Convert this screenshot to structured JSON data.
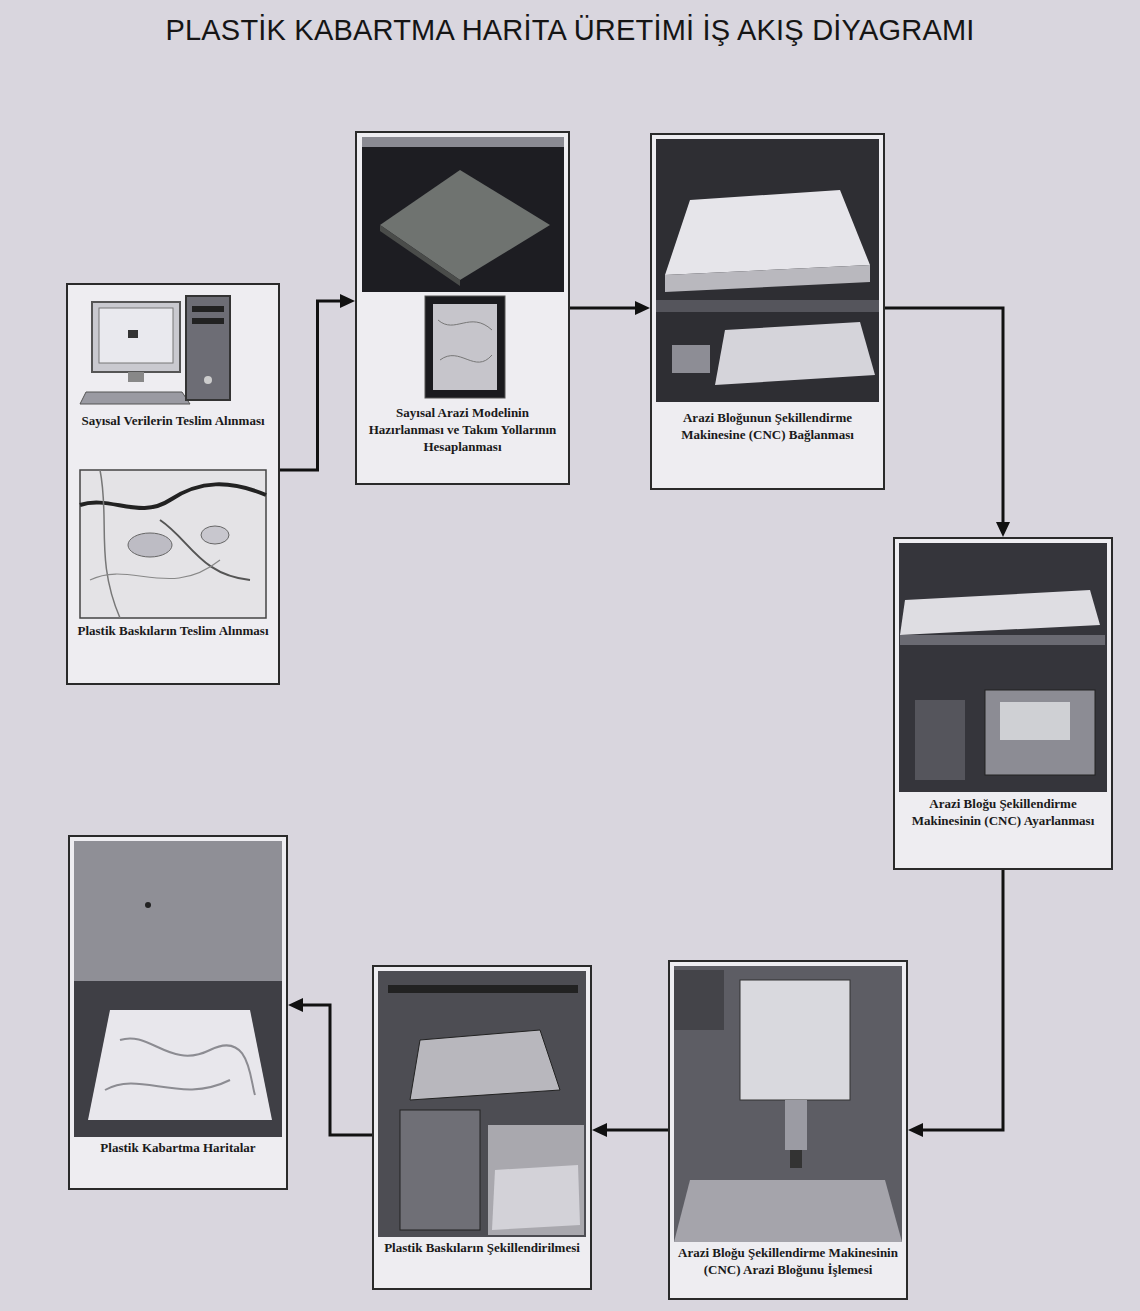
{
  "diagram": {
    "title": "PLASTİK KABARTMA HARİTA ÜRETİMİ İŞ AKIŞ DİYAGRAMI",
    "nodes": [
      {
        "text": [
          "Sayısal Verilerin Teslim Alınması",
          "Plastik Baskıların Teslim Alınması"
        ]
      },
      {
        "text": [
          "Sayısal Arazi Modelinin Hazırlanması ve Takım Yollarının Hesaplanması"
        ]
      },
      {
        "text": [
          "Arazi Bloğunun Şekillendirme Makinesine (CNC) Bağlanması"
        ]
      },
      {
        "text": [
          "Arazi Bloğu Şekillendirme Makinesinin (CNC) Ayarlanması"
        ]
      },
      {
        "text": [
          "Arazi Bloğu Şekillendirme Makinesinin (CNC) Arazi Bloğunu İşlemesi"
        ]
      },
      {
        "text": [
          "Plastik Baskıların Şekillendirilmesi"
        ]
      },
      {
        "text": [
          "Plastik Kabartma Haritalar"
        ]
      }
    ],
    "edges": [
      {
        "from": 0,
        "to": 1,
        "arrow": "to"
      },
      {
        "from": 1,
        "to": 2,
        "arrow": "to"
      },
      {
        "from": 2,
        "to": 3,
        "arrow": "to"
      },
      {
        "from": 3,
        "to": 4,
        "arrow": "to"
      },
      {
        "from": 4,
        "to": 5,
        "arrow": "to"
      },
      {
        "from": 5,
        "to": 6,
        "arrow": "to"
      }
    ]
  }
}
